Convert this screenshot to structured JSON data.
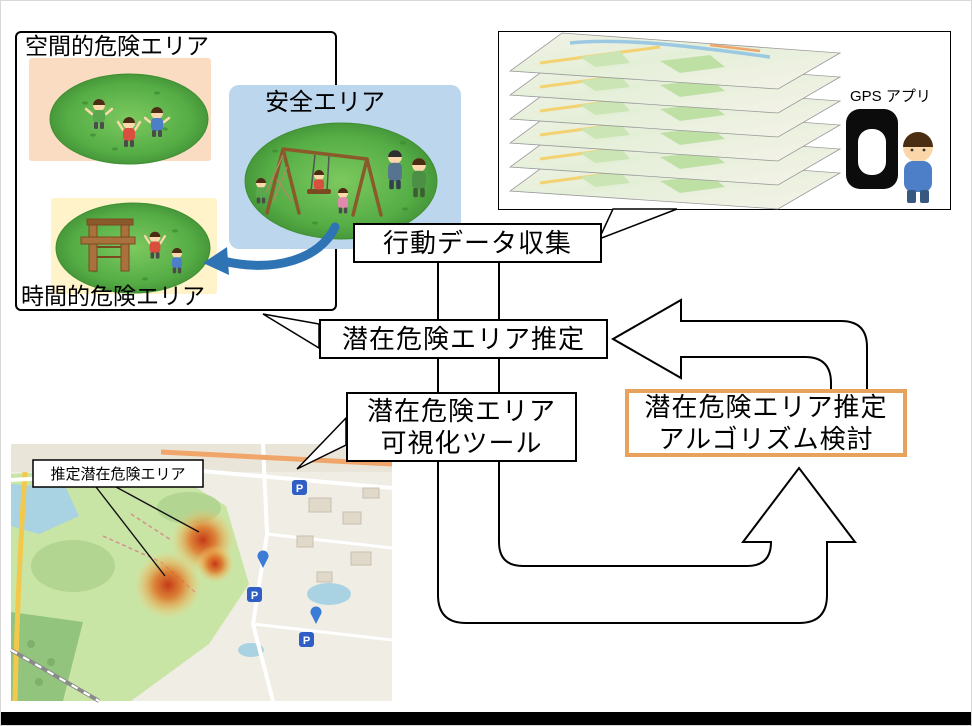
{
  "colors": {
    "accent_orange": "#E8A25C",
    "arrow_blue": "#2E74B5",
    "grass_green": "#55AD45",
    "safe_area_bg": "#BCD6EE",
    "spatial_area_bg": "#FADCC3",
    "temporal_area_bg": "#FFF3C9"
  },
  "scenario_panel": {
    "spatial_label": "空間的危険エリア",
    "safe_label": "安全エリア",
    "temporal_label": "時間的危険エリア"
  },
  "gps_panel": {
    "app_label": "GPS アプリ"
  },
  "flow": {
    "collect_label": "行動データ収集",
    "estimate_label": "潜在危険エリア推定",
    "visualize_label_line1": "潜在危険エリア",
    "visualize_label_line2": "可視化ツール",
    "algorithm_label_line1": "潜在危険エリア推定",
    "algorithm_label_line2": "アルゴリズム検討"
  },
  "map_panel": {
    "annotation_label": "推定潜在危険エリア",
    "parking_label": "P"
  }
}
